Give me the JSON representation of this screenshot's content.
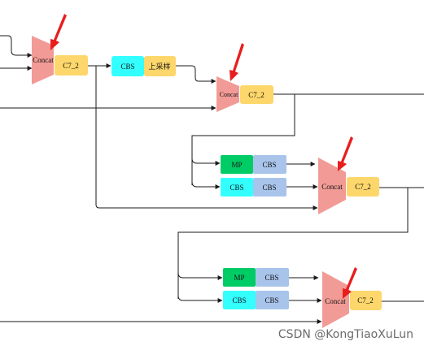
{
  "labels": {
    "concat": "Concat",
    "c7_2": "C7_2",
    "cbs": "CBS",
    "mp": "MP",
    "upsample": "上采样"
  },
  "watermark": "CSDN @KongTiaoXuLun",
  "colors": {
    "concat": "#f29b96",
    "c7": "#fdd76b",
    "cbs_cyan": "#33ffff",
    "cbs_blue": "#a9c4eb",
    "mp": "#00cc66",
    "arrow_red": "#e81e1e",
    "line": "#1a1a1a"
  }
}
